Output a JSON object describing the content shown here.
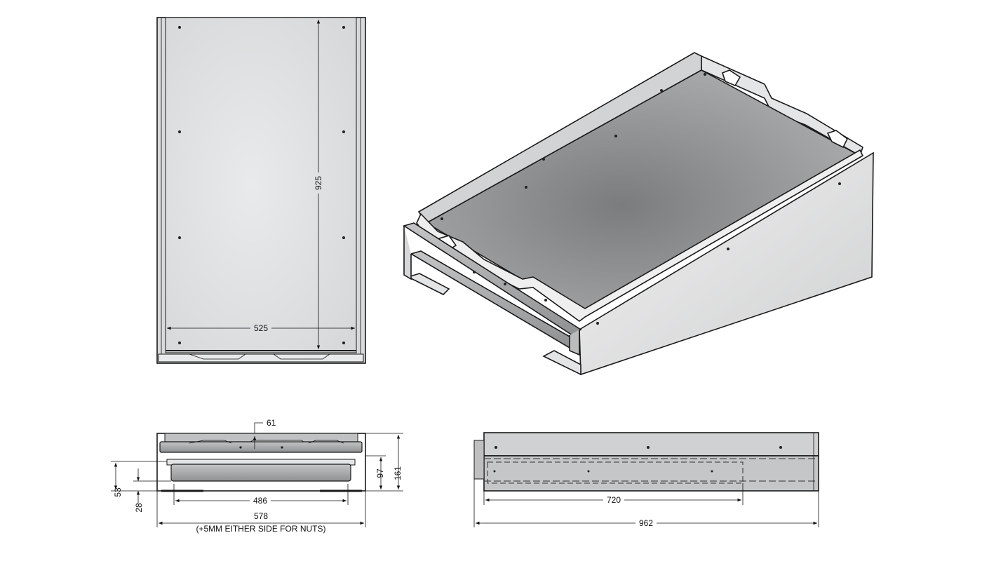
{
  "dimensions": {
    "top_view_length": "925",
    "top_view_width": "525",
    "front_notch": "61",
    "front_outer_height": "161",
    "front_lower_height": "97",
    "front_rail_height": "53",
    "front_foot_height": "28",
    "front_inner_width": "486",
    "front_overall_width": "578",
    "front_width_note": "(+5MM EITHER SIDE FOR NUTS)",
    "side_slide_length": "720",
    "side_overall_length": "962"
  },
  "colors": {
    "line": "#1a1a1a",
    "panel_light": "#e6e7e8",
    "panel_mid": "#b9bbbd",
    "panel_dark": "#7d7f81",
    "metal_edge": "#c9cacb"
  }
}
